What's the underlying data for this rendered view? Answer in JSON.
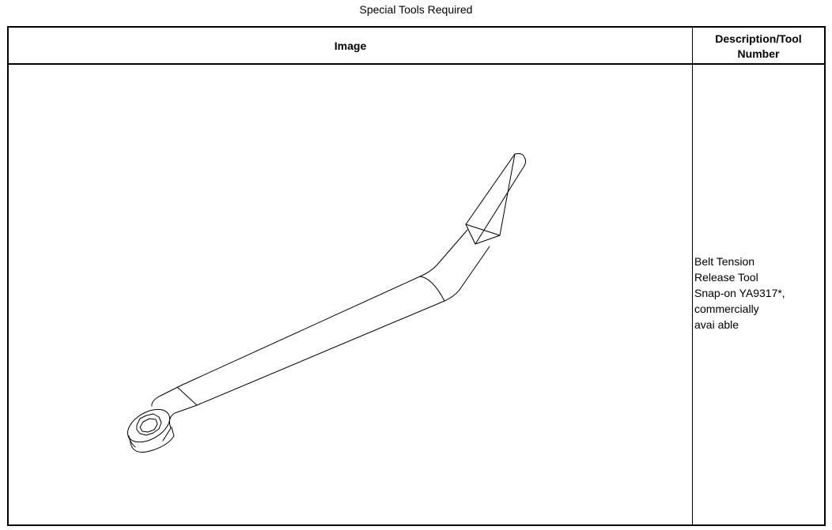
{
  "caption": "Special Tools Required",
  "table": {
    "headers": {
      "image": "Image",
      "description_line1": "Description/Tool",
      "description_line2": "Number"
    },
    "rows": [
      {
        "image_icon": "belt-tension-release-wrench-drawing",
        "description_lines": [
          "Belt Tension",
          "Release Tool",
          "Snap-on YA9317*,",
          "commercially",
          "avai able"
        ]
      }
    ]
  }
}
